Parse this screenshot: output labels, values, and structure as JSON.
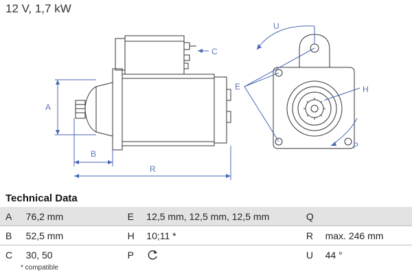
{
  "header": {
    "title": "12 V, 1,7 kW"
  },
  "diagram_labels": {
    "A": "A",
    "B": "B",
    "C": "C",
    "E": "E",
    "H": "H",
    "P": "P",
    "R": "R",
    "U": "U"
  },
  "colors": {
    "dimension_line": "#4a67b5",
    "shade_row": "#e3e3e3",
    "drawing_line": "#333333"
  },
  "technical_data": {
    "heading": "Technical Data",
    "rows": [
      {
        "k1": "A",
        "v1": "76,2 mm",
        "k2": "E",
        "v2": "12,5 mm, 12,5 mm, 12,5 mm",
        "k3": "Q",
        "v3": ""
      },
      {
        "k1": "B",
        "v1": "52,5 mm",
        "k2": "H",
        "v2": "10;11 *",
        "k3": "R",
        "v3": "max. 246 mm"
      },
      {
        "k1": "C",
        "v1": "30, 50",
        "k2": "P",
        "v2": "",
        "k3": "U",
        "v3": "44 °"
      }
    ],
    "rotation_icon": "clockwise-rotation-icon",
    "footnote": "* compatible"
  }
}
